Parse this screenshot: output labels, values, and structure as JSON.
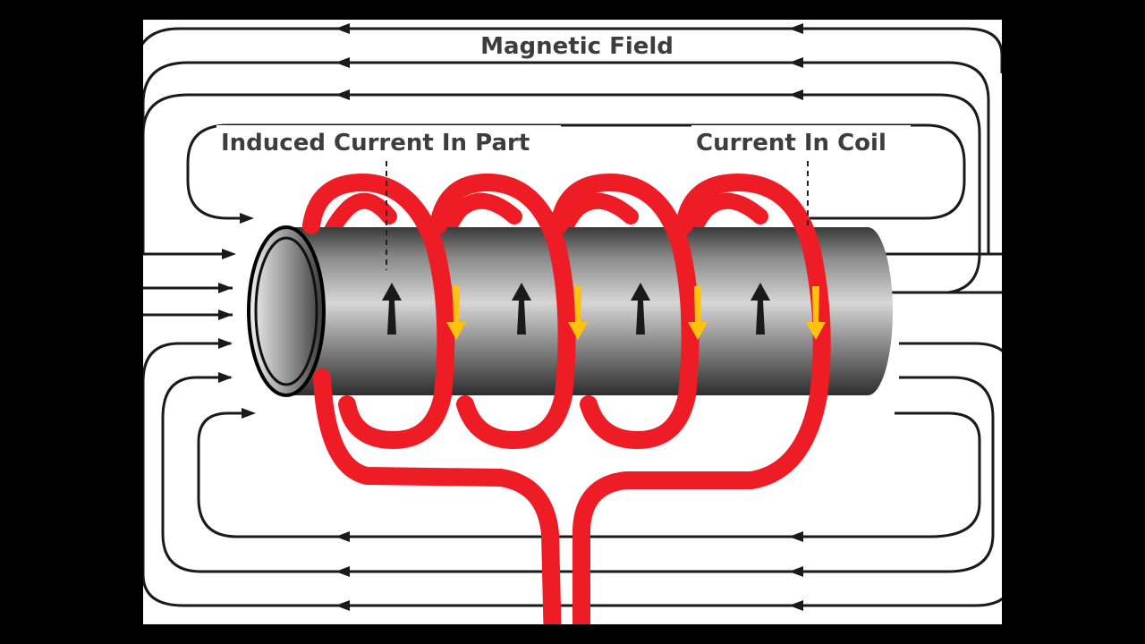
{
  "labels": {
    "magnetic_field": "Magnetic Field",
    "induced_current": "Induced Current In Part",
    "coil_current": "Current In Coil"
  },
  "colors": {
    "background": "#000000",
    "panel": "#ffffff",
    "field_lines": "#1a1a1a",
    "coil": "#ee1c24",
    "coil_current_arrow": "#ffc20e",
    "induced_current_arrow": "#1a1a1a",
    "tube_dark": "#3a3a3a",
    "tube_light": "#d6d6d6",
    "label_text": "#3d3d3d"
  },
  "icons": {
    "field_arrow": "arrow-left-icon",
    "entry_arrow": "arrow-right-icon",
    "induced_arrow": "arrow-up-icon",
    "coil_arrow": "arrow-down-icon"
  }
}
